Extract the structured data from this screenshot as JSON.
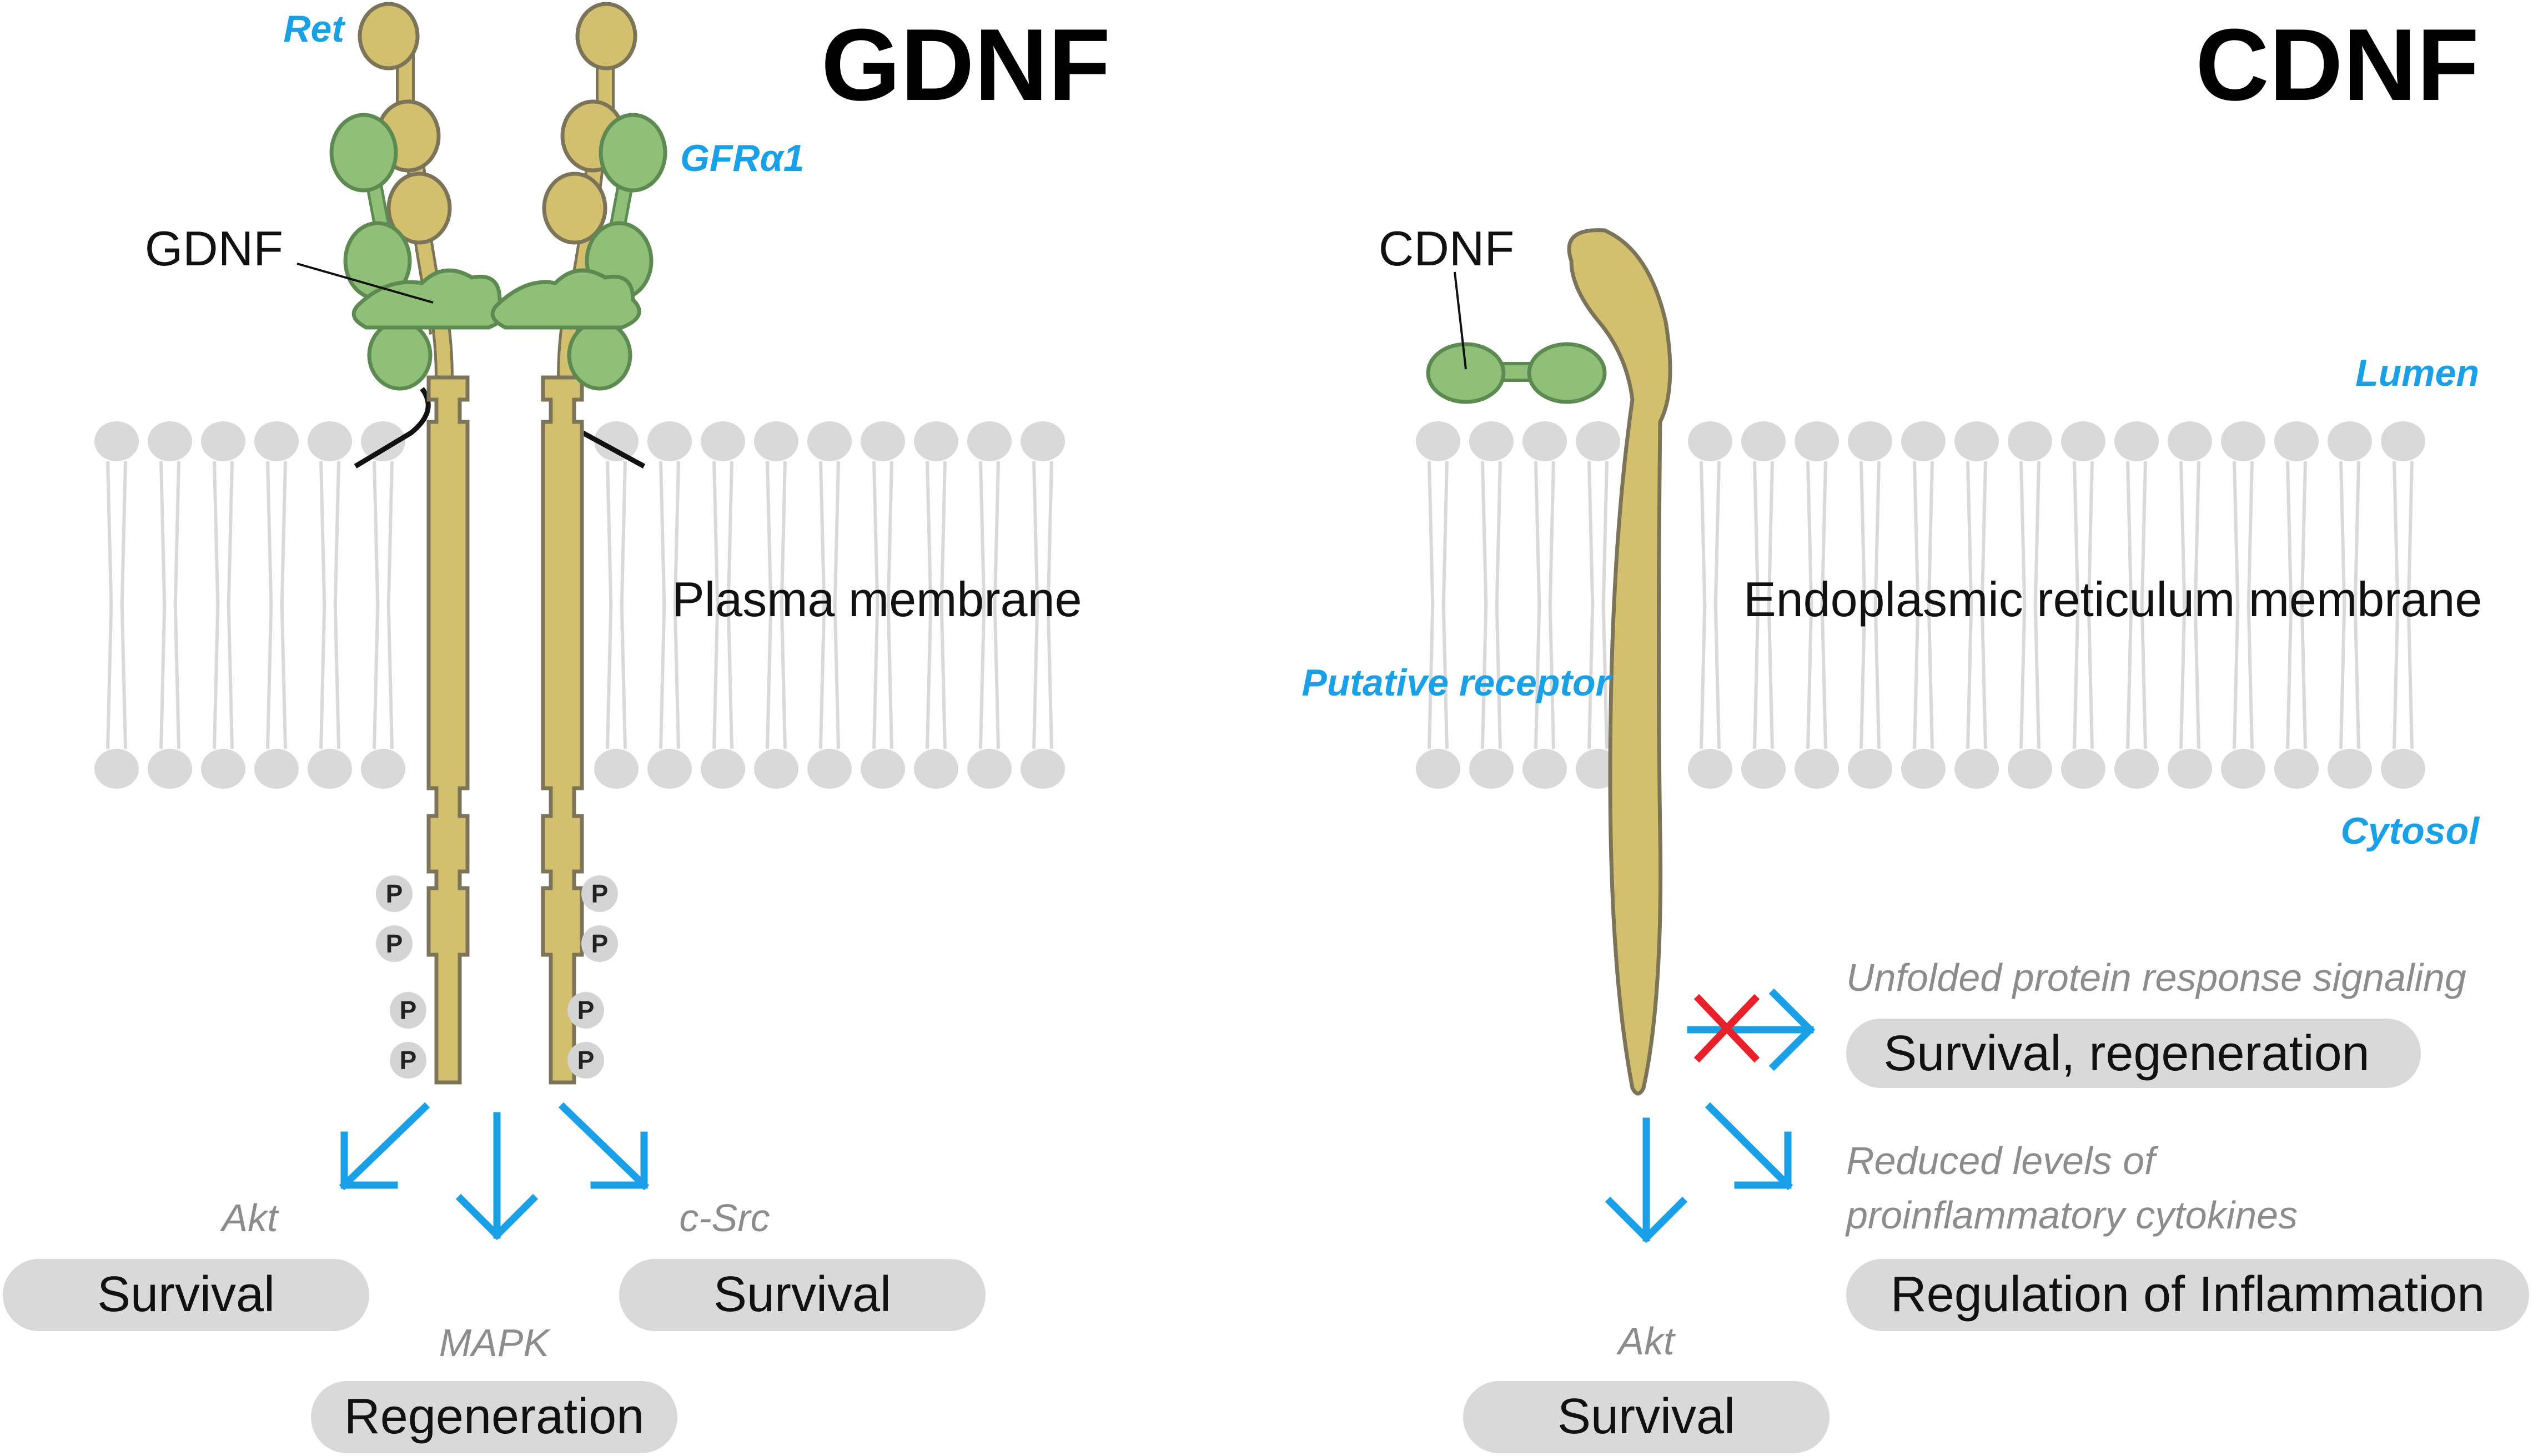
{
  "left_panel": {
    "title": "GDNF",
    "ret_label": "Ret",
    "gfra1_label": "GFRα1",
    "ligand_label": "GDNF",
    "membrane_label": "Plasma membrane",
    "phospho_label": "P",
    "pathways": {
      "akt": "Akt",
      "mapk": "MAPK",
      "csrc": "c-Src"
    },
    "outcomes": {
      "left": "Survival",
      "middle": "Regeneration",
      "right": "Survival"
    }
  },
  "right_panel": {
    "title": "CDNF",
    "ligand_label": "CDNF",
    "lumen_label": "Lumen",
    "cytosol_label": "Cytosol",
    "receptor_label": "Putative receptor",
    "membrane_label": "Endoplasmic reticulum membrane",
    "upr_label": "Unfolded protein response signaling",
    "upr_outcome": "Survival, regeneration",
    "cytokine_label_line1": "Reduced levels of",
    "cytokine_label_line2": "proinflammatory cytokines",
    "inflammation_outcome": "Regulation of Inflammation",
    "akt_label": "Akt",
    "akt_outcome": "Survival"
  },
  "colors": {
    "receptor_fill": "#d2c06e",
    "receptor_stroke": "#7c7458",
    "ligand_fill": "#8fbf78",
    "ligand_stroke": "#5d8a50",
    "lipid": "#d9d9d9",
    "arrow": "#1aa0e6",
    "block": "#e8202a",
    "pill": "#d9d9d9",
    "blue_text": "#1aa0e6",
    "gray_text": "#8c8c8c"
  }
}
